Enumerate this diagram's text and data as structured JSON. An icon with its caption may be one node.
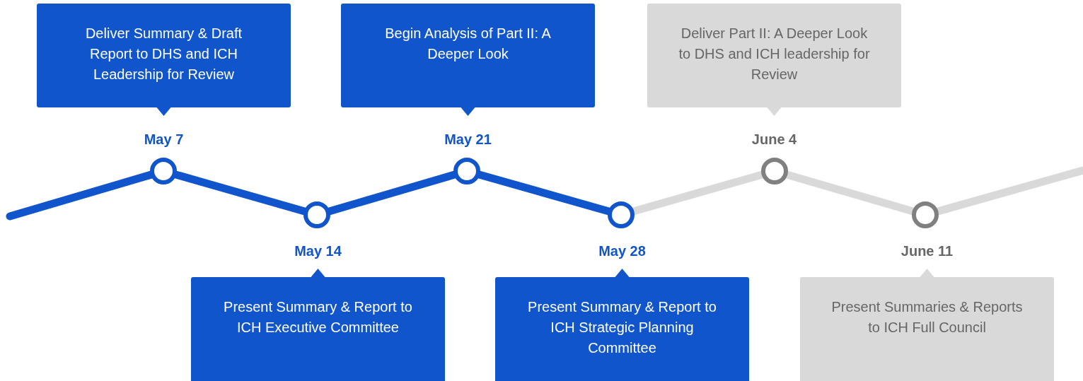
{
  "diagram": {
    "nodes": [
      {
        "text": [
          "Deliver Summary & Draft Report to DHS and ICH Leadership for Review"
        ],
        "beside": [
          "May 7"
        ]
      },
      {
        "text": [],
        "shape": "circle"
      },
      {
        "text": [
          "Present Summary & Report to ICH Executive Committee"
        ],
        "beside": [
          "May 14"
        ]
      },
      {
        "text": [],
        "shape": "circle"
      },
      {
        "text": [
          "Begin Analysis of Part II: A Deeper Look"
        ],
        "beside": [
          "May 21"
        ]
      },
      {
        "text": [],
        "shape": "circle"
      },
      {
        "text": [
          "Present Summary & Report to ICH Strategic Planning Committee"
        ],
        "beside": [
          "May 28"
        ]
      },
      {
        "text": [],
        "shape": "circle"
      },
      {
        "text": [
          "Deliver Part II: A Deeper Look to DHS and ICH leadership for Review"
        ],
        "beside": [
          "June 4"
        ]
      },
      {
        "text": [],
        "shape": "circle"
      },
      {
        "text": [
          "Present Summaries & Reports to ICH Full Council"
        ],
        "beside": [
          "June 11"
        ]
      },
      {
        "text": [],
        "shape": "circle"
      }
    ],
    "edges": [
      {
        "from": null,
        "to": 1,
        "arrow": "none"
      },
      {
        "from": 1,
        "to": 3,
        "arrow": "none"
      },
      {
        "from": 3,
        "to": 5,
        "arrow": "none"
      },
      {
        "from": 5,
        "to": 7,
        "arrow": "none"
      },
      {
        "from": 7,
        "to": 9,
        "arrow": "none",
        "color": "#d9d9d9"
      },
      {
        "from": 9,
        "to": 11,
        "arrow": "none",
        "color": "#d9d9d9"
      },
      {
        "from": 11,
        "to": null,
        "arrow": "none",
        "color": "#d9d9d9"
      }
    ]
  }
}
